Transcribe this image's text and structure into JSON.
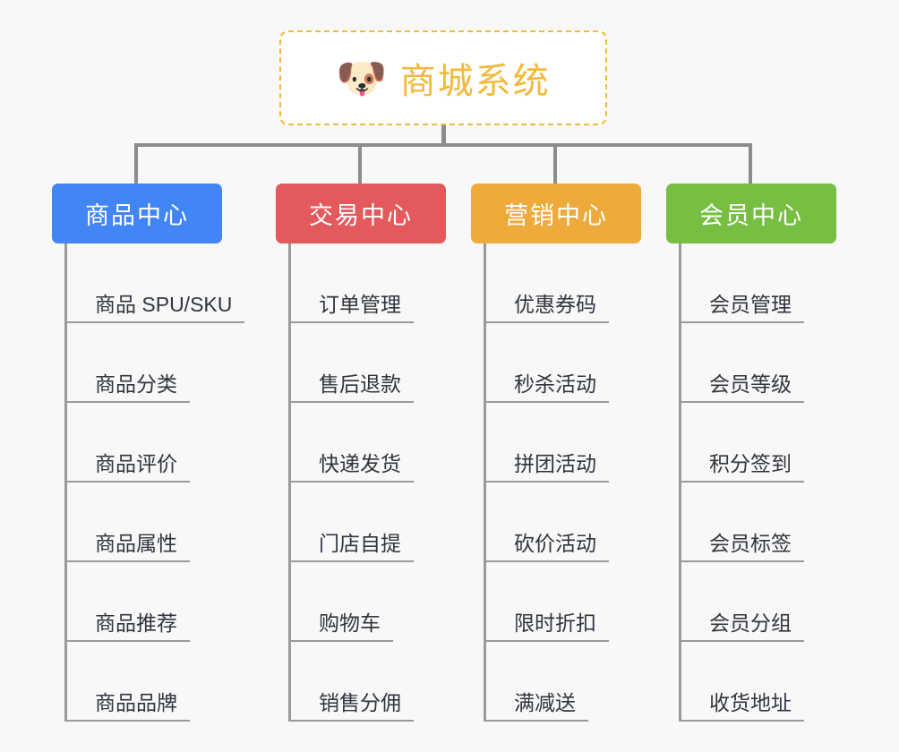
{
  "diagram": {
    "type": "org-chart",
    "title": "商城系统",
    "background_color": "#f8f8f8",
    "connector_color": "#8c8c8c"
  },
  "root": {
    "label": "商城系统",
    "icon": "dog-face-icon",
    "icon_glyph": "🐶",
    "text_color": "#f2b93c",
    "border_color": "#f2b93c",
    "background": "#ffffff"
  },
  "columns": [
    {
      "category": "商品中心",
      "color": "#4285f4",
      "items": [
        "商品 SPU/SKU",
        "商品分类",
        "商品评价",
        "商品属性",
        "商品推荐",
        "商品品牌"
      ]
    },
    {
      "category": "交易中心",
      "color": "#e4595c",
      "items": [
        "订单管理",
        "售后退款",
        "快递发货",
        "门店自提",
        "购物车",
        "销售分佣"
      ]
    },
    {
      "category": "营销中心",
      "color": "#eeab3c",
      "items": [
        "优惠券码",
        "秒杀活动",
        "拼团活动",
        "砍价活动",
        "限时折扣",
        "满减送"
      ]
    },
    {
      "category": "会员中心",
      "color": "#76bf43",
      "items": [
        "会员管理",
        "会员等级",
        "积分签到",
        "会员标签",
        "会员分组",
        "收货地址"
      ]
    }
  ]
}
